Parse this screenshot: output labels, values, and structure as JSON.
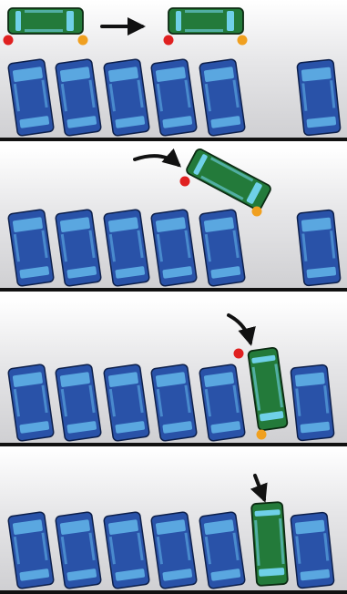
{
  "panels": [
    {
      "step": 1,
      "mover": "green-car",
      "motion": "right"
    },
    {
      "step": 2,
      "mover": "green-car",
      "motion": "turn-into-space"
    },
    {
      "step": 3,
      "mover": "green-car",
      "motion": "pull-in"
    },
    {
      "step": 4,
      "mover": "green-car",
      "motion": "straighten"
    }
  ],
  "colors": {
    "parked_car": "#2952a8",
    "parked_window": "#5fb0e6",
    "green_car": "#237a3a",
    "green_window": "#6fd0e8",
    "pivot_red": "#e02020",
    "pivot_orange": "#f0a020",
    "curb": "#111111",
    "ground": "#d7d7d9"
  },
  "icons": {
    "arrow": "black-arrow-icon",
    "pivot": "pivot-dot-icon"
  }
}
